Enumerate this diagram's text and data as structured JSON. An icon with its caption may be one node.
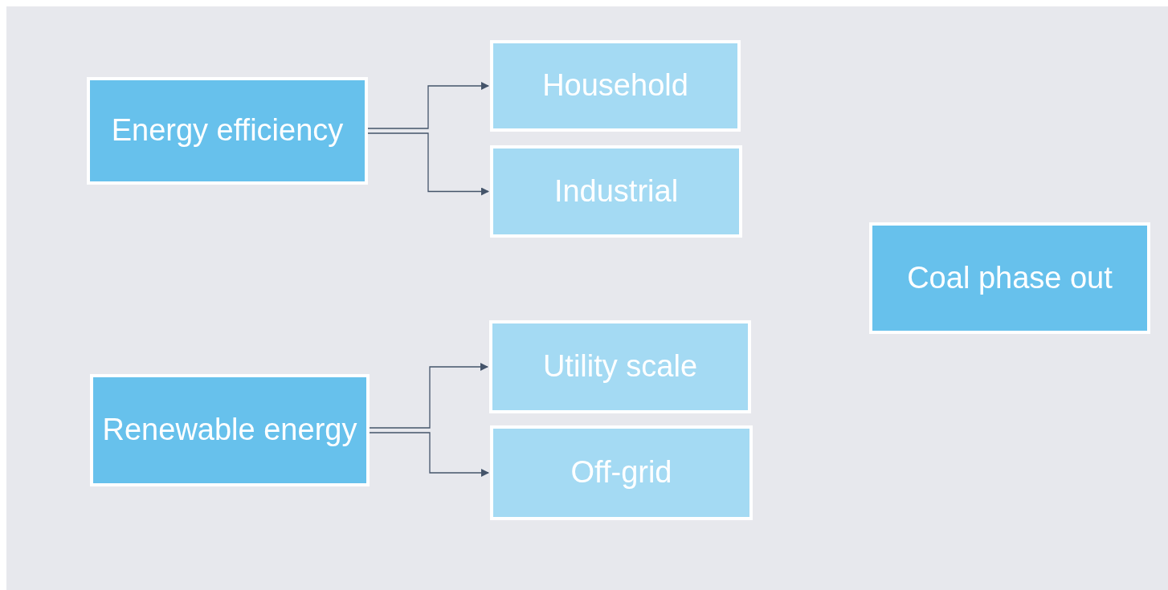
{
  "diagram": {
    "nodes": [
      {
        "text": [
          "Energy efficiency"
        ]
      },
      {
        "text": [
          "Household"
        ]
      },
      {
        "text": [
          "Industrial"
        ]
      },
      {
        "text": [
          "Coal phase out"
        ]
      },
      {
        "text": [
          "Renewable energy"
        ]
      },
      {
        "text": [
          "Utility scale"
        ]
      },
      {
        "text": [
          "Off-grid"
        ]
      }
    ],
    "edges": [
      {
        "from": 0,
        "to": 1,
        "arrow": "to"
      },
      {
        "from": 0,
        "to": 2,
        "arrow": "to"
      },
      {
        "from": 4,
        "to": 5,
        "arrow": "to"
      },
      {
        "from": 4,
        "to": 6,
        "arrow": "to"
      }
    ]
  }
}
